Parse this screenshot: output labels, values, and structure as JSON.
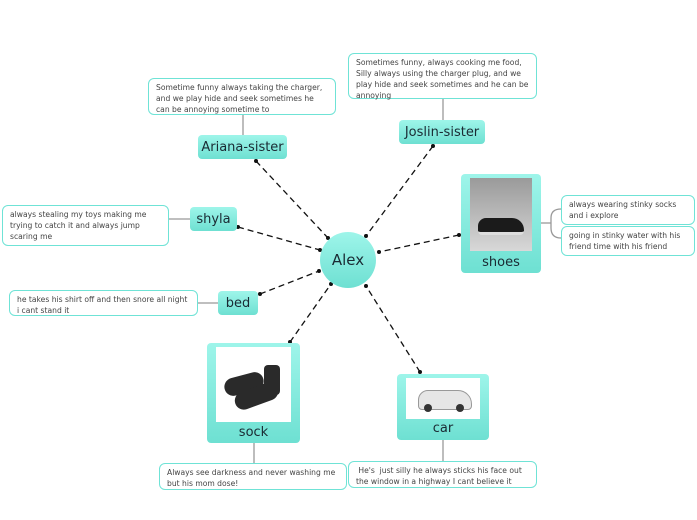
{
  "central": {
    "label": "Alex"
  },
  "topics": [
    {
      "label": "Ariana-sister",
      "note": "Sometime funny always taking the charger, and we play hide and seek sometimes he can be annoying sometime to"
    },
    {
      "label": "Joslin-sister",
      "note": "Sometimes funny, always cooking me food, Silly always using the charger plug, and we play hide and seek sometimes and he can be annoying"
    },
    {
      "label": "shyla",
      "note": "always stealing my toys making me trying to catch it and always jump scaring me"
    },
    {
      "label": "bed",
      "note": "he takes his shirt off and then snore all night i cant stand it"
    },
    {
      "label": "shoes",
      "image": "sneaker-photo",
      "notes": [
        "always wearing stinky socks and i explore",
        "going in stinky water with his friend time with his friend"
      ]
    },
    {
      "label": "sock",
      "image": "socks-photo",
      "note": "Always see darkness and never washing me but his mom dose!"
    },
    {
      "label": "car",
      "image": "car-photo",
      "note": " He's  just silly he always sticks his face out the window in a highway I cant believe it"
    }
  ],
  "colors": {
    "topic": "#7ae8da",
    "border": "#6fe3d6"
  }
}
